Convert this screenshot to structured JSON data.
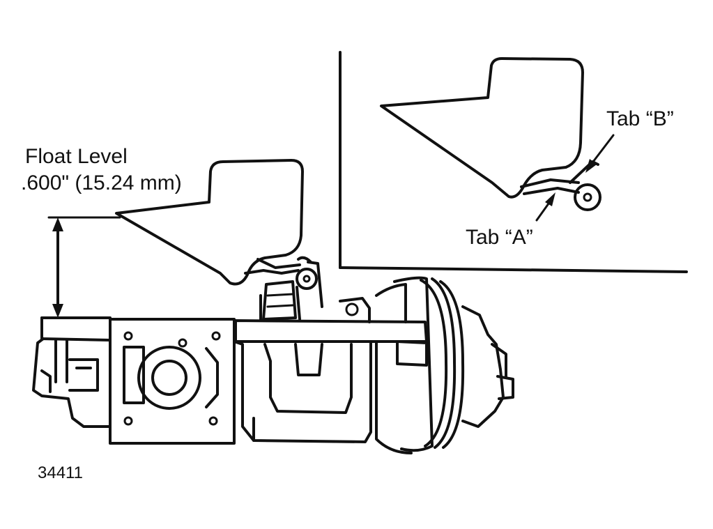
{
  "labels": {
    "float_level_title": "Float Level",
    "float_level_value": ".600\" (15.24 mm)",
    "tab_a": "Tab “A”",
    "tab_b": "Tab “B”",
    "figure_number": "34411"
  }
}
